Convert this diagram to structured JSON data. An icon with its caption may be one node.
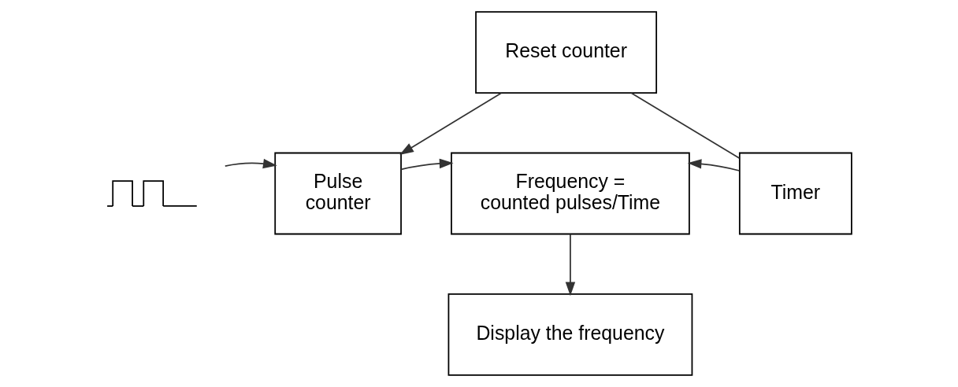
{
  "diagram": {
    "nodes": [
      {
        "text": [
          "Reset counter"
        ]
      },
      {
        "text": [
          "Pulse counter"
        ]
      },
      {
        "text": [
          "Frequency = counted pulses/Time"
        ]
      },
      {
        "text": [
          "Timer"
        ]
      },
      {
        "text": [
          "Display the frequency"
        ]
      },
      {
        "text": [],
        "shape": "picture"
      }
    ],
    "edges": [
      {
        "from": 3,
        "to": 0,
        "arrow": "none"
      },
      {
        "from": 0,
        "to": 1,
        "arrow": "to"
      },
      {
        "from": 5,
        "to": 1,
        "arrow": "to"
      },
      {
        "from": 1,
        "to": 2,
        "arrow": "to"
      },
      {
        "from": 3,
        "to": 2,
        "arrow": "to"
      },
      {
        "from": 2,
        "to": 4,
        "arrow": "to"
      }
    ]
  }
}
